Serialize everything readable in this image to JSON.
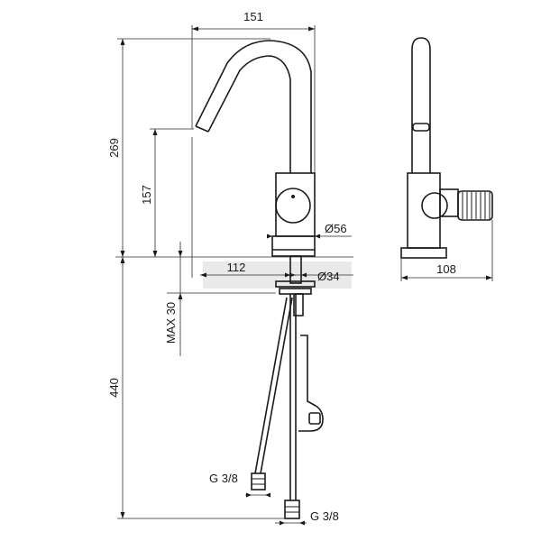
{
  "dimensions": {
    "top_width": "151",
    "total_height": "269",
    "spout_height": "157",
    "base_diameter": "Ø56",
    "spout_reach": "112",
    "shank_diameter": "Ø34",
    "max_deck": "MAX 30",
    "hose_length": "440",
    "hose_thread_left": "G 3/8",
    "hose_thread_right": "G 3/8",
    "side_depth": "108"
  }
}
